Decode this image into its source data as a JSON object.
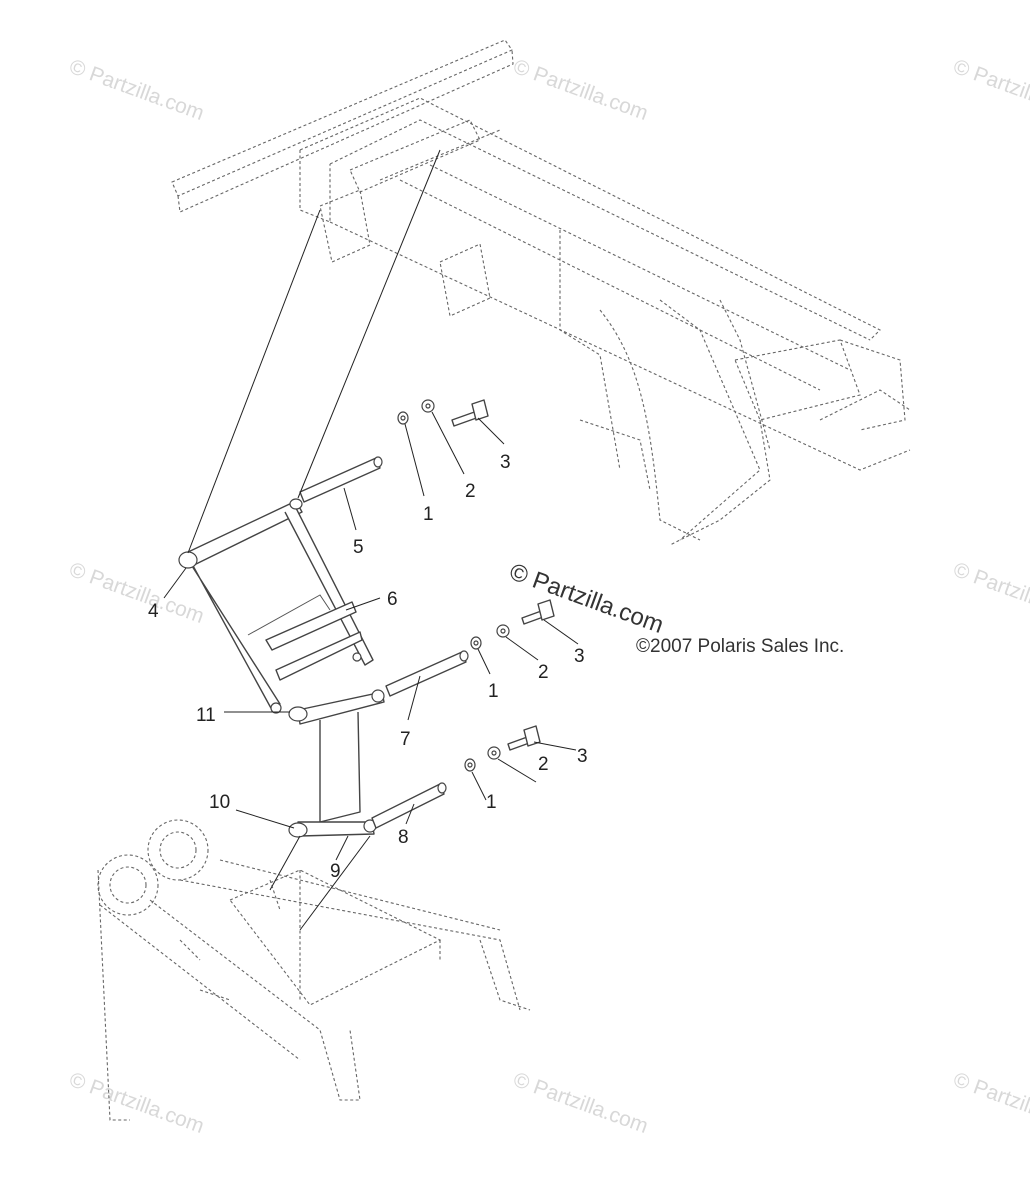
{
  "diagram": {
    "watermark_text": "© Partzilla.com",
    "center_mark": "© Partzilla.com",
    "copyright": "©2007 Polaris Sales Inc.",
    "callouts": [
      {
        "id": "c1a",
        "label": "1"
      },
      {
        "id": "c2a",
        "label": "2"
      },
      {
        "id": "c3a",
        "label": "3"
      },
      {
        "id": "c5",
        "label": "5"
      },
      {
        "id": "c4",
        "label": "4"
      },
      {
        "id": "c6",
        "label": "6"
      },
      {
        "id": "c1b",
        "label": "1"
      },
      {
        "id": "c2b",
        "label": "2"
      },
      {
        "id": "c3b",
        "label": "3"
      },
      {
        "id": "c7",
        "label": "7"
      },
      {
        "id": "c11",
        "label": "11"
      },
      {
        "id": "c2c",
        "label": "2"
      },
      {
        "id": "c3c",
        "label": "3"
      },
      {
        "id": "c10",
        "label": "10"
      },
      {
        "id": "c1c",
        "label": "1"
      },
      {
        "id": "c8",
        "label": "8"
      },
      {
        "id": "c9",
        "label": "9"
      }
    ]
  }
}
